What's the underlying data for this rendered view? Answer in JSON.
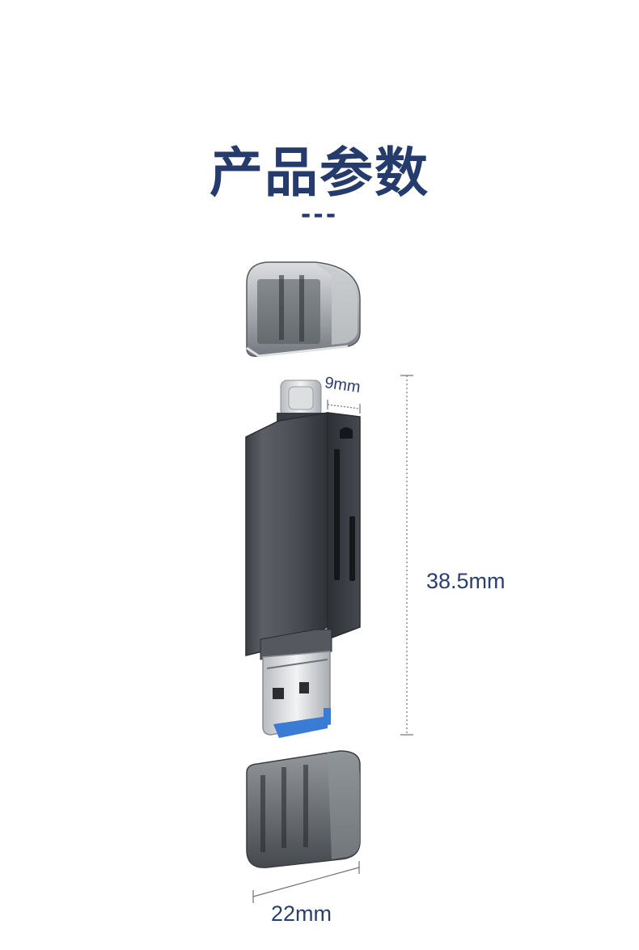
{
  "header": {
    "title": "产品参数",
    "divider": "---"
  },
  "dimensions": {
    "depth": "9mm",
    "height": "38.5mm",
    "width": "22mm"
  },
  "colors": {
    "title": "#243b6b",
    "body": "#4a4d52",
    "usb_accent": "#3a7bd5"
  }
}
